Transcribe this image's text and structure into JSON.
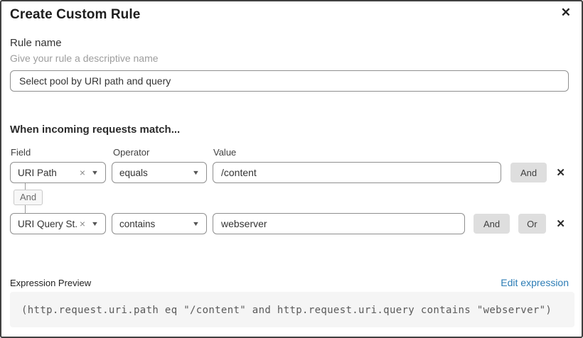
{
  "dialog": {
    "title": "Create Custom Rule"
  },
  "icons": {
    "close": "✕",
    "clear": "×",
    "caret": "▼",
    "delete": "✕"
  },
  "rule_name": {
    "label": "Rule name",
    "hint": "Give your rule a descriptive name",
    "value": "Select pool by URI path and query"
  },
  "matcher": {
    "heading": "When incoming requests match...",
    "columns": {
      "field": "Field",
      "operator": "Operator",
      "value": "Value"
    },
    "rows": [
      {
        "field": "URI Path",
        "operator": "equals",
        "value": "/content",
        "and_label": "And"
      },
      {
        "field": "URI Query St...",
        "operator": "contains",
        "value": "webserver",
        "and_label": "And",
        "or_label": "Or"
      }
    ],
    "connector_label": "And"
  },
  "expression": {
    "label": "Expression Preview",
    "edit_link": "Edit expression",
    "code": "(http.request.uri.path eq \"/content\" and http.request.uri.query contains \"webserver\")"
  },
  "colors": {
    "dialog_border": "#404040",
    "link_blue": "#2c7cb5",
    "chip_gray": "#dedede",
    "code_background": "#f5f5f5",
    "hint_gray": "#9d9d9d"
  }
}
